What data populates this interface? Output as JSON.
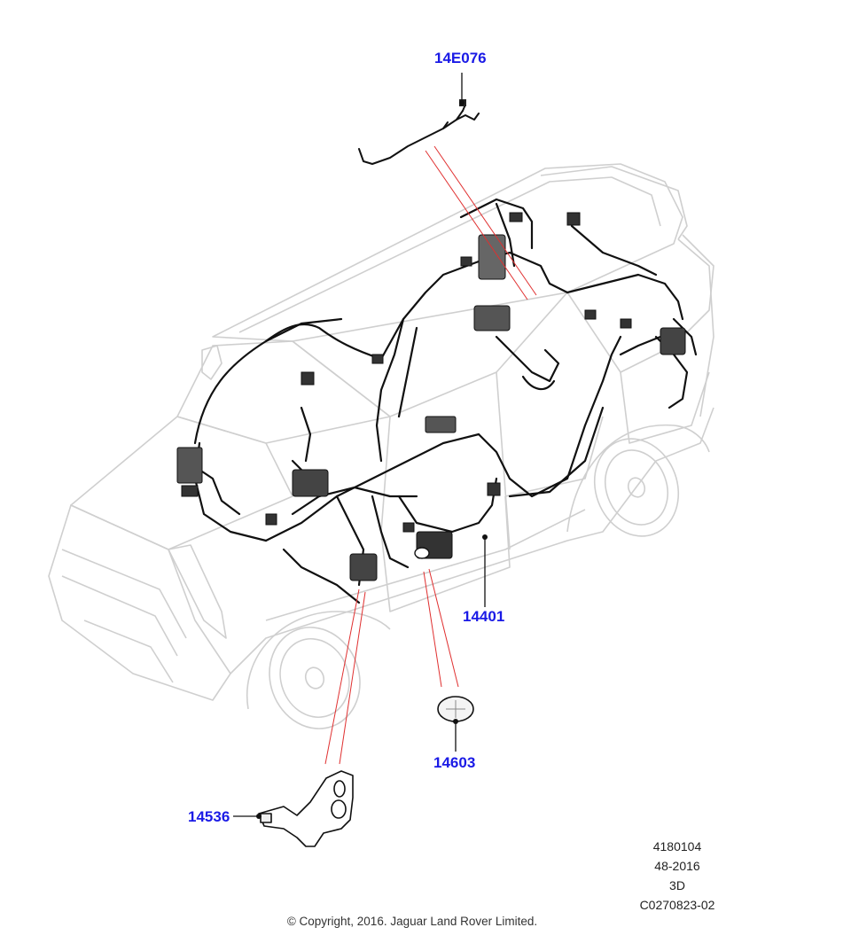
{
  "callouts": {
    "c14E076": "14E076",
    "c14401": "14401",
    "c14603": "14603",
    "c14536": "14536"
  },
  "metadata": {
    "ref": "4180104",
    "date": "48-2016",
    "view": "3D",
    "code": "C0270823-02"
  },
  "copyright": "© Copyright, 2016. Jaguar Land Rover Limited.",
  "colors": {
    "callout_text": "#1a1ae6",
    "leader_red": "#e03030",
    "harness": "#111111",
    "vehicle_outline": "#cfcfcf"
  }
}
